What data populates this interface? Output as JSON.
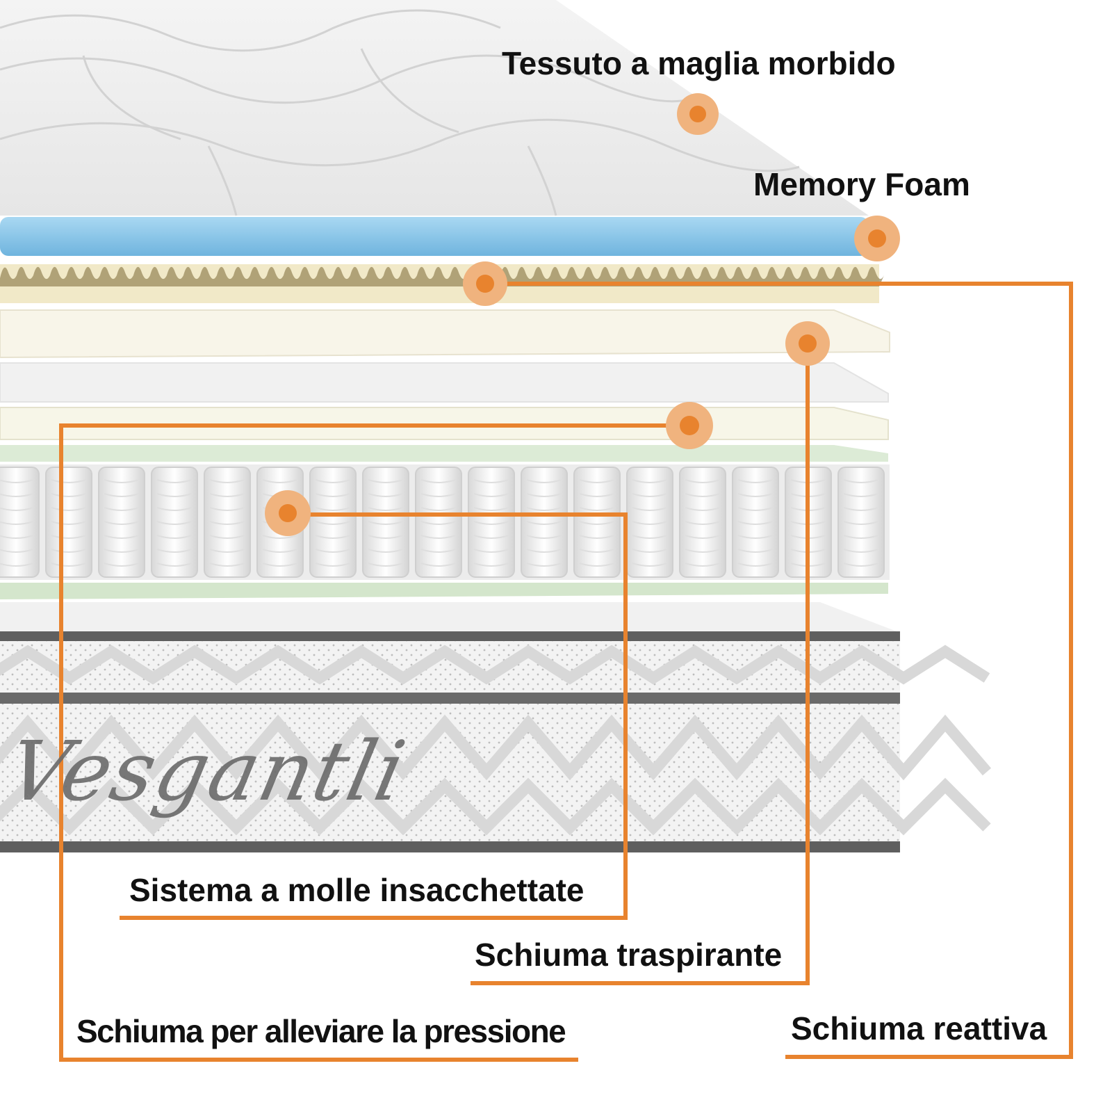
{
  "labels": {
    "knit_fabric": "Tessuto a maglia morbido",
    "memory_foam": "Memory Foam",
    "pocket_springs": "Sistema a molle insacchettate",
    "breathable_foam": "Schiuma traspirante",
    "pressure_relief_foam": "Schiuma per alleviare la pressione",
    "reactive_foam": "Schiuma reattiva"
  },
  "brand": "Vesgantli",
  "colors": {
    "accent_line": "#e8832e",
    "marker_outer": "#f0b37e",
    "marker_inner": "#e8832e",
    "memory_foam": "#8ec9ea",
    "egg_crate": "#efe6c4",
    "comfort_layer": "#f7f4e8",
    "green_layer": "#dcebd6"
  }
}
